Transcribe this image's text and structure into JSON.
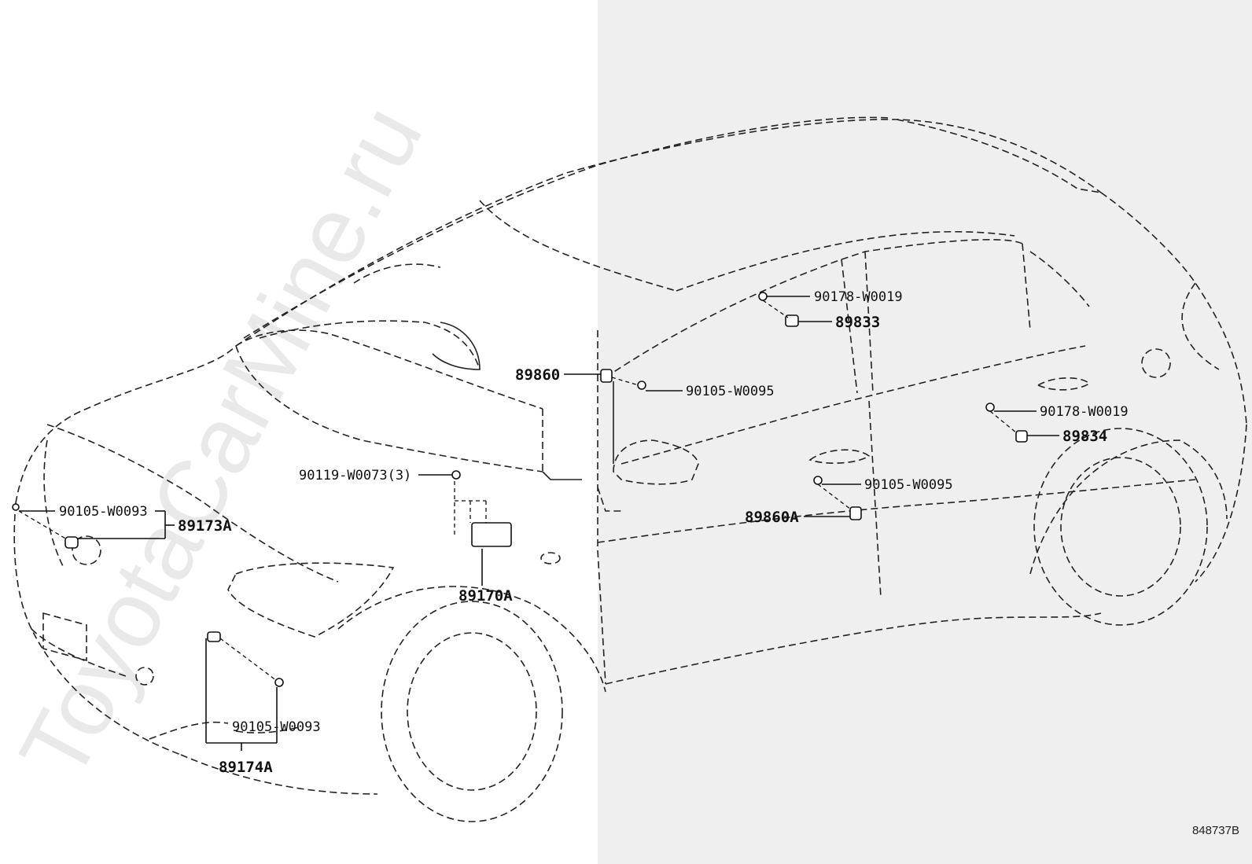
{
  "watermark": "ToyotaCarMine.ru",
  "diagram_id": "848737B",
  "labels": {
    "bolt_90178_w0019_upper": "90178-W0019",
    "sensor_89833": "89833",
    "sensor_89860": "89860",
    "bolt_90105_w0095_upper": "90105-W0095",
    "bolt_90178_w0019_rear": "90178-W0019",
    "sensor_89834": "89834",
    "bolt_90119_w0073": "90119-W0073(3)",
    "bolt_90105_w0095_lower": "90105-W0095",
    "bolt_90105_w0093_front": "90105-W0093",
    "sensor_89173a": "89173A",
    "sensor_89860a": "89860A",
    "module_89170a": "89170A",
    "bolt_90105_w0093_lower": "90105-W0093",
    "sensor_89174a": "89174A"
  }
}
